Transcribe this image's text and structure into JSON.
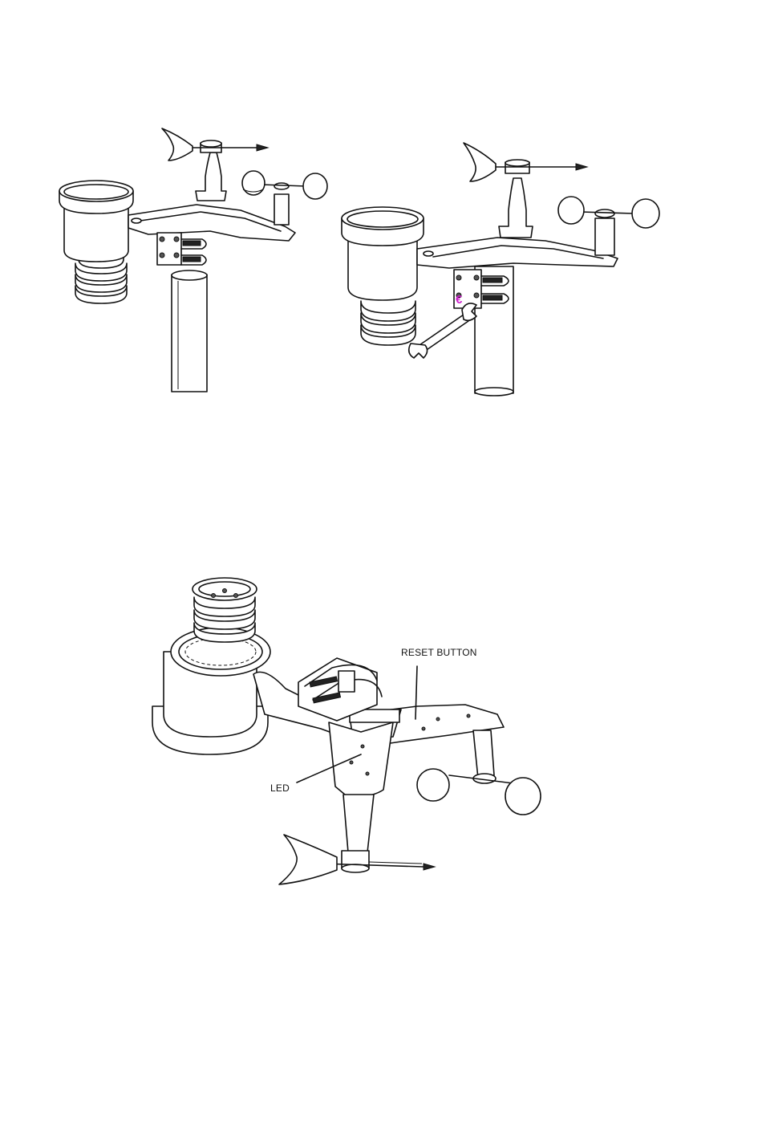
{
  "figure_top": {
    "left_panel": "station-before-mounting",
    "right_panel": "station-mounted-with-wrench",
    "marker_color": "#cc22cc"
  },
  "figure_bottom": {
    "labels": {
      "reset": "RESET BUTTON",
      "led": "LED"
    }
  },
  "icons": {
    "marker": "€"
  }
}
